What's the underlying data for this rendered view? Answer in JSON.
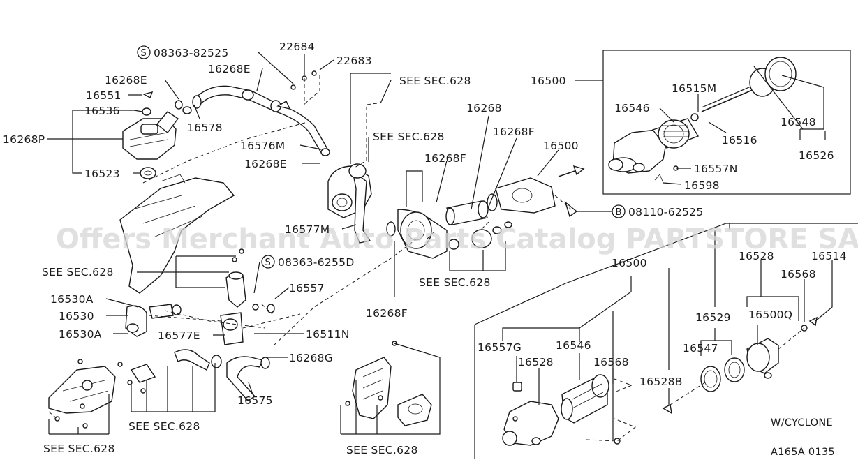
{
  "watermark": "Offers Merchant Auto Parts Catalog PARTSTORE SA",
  "diagram_code": "A165A 0135",
  "cyclone_note": "W/CYCLONE",
  "symbols": {
    "s": "S",
    "b": "B"
  },
  "labels": {
    "p08363_82525": "08363-82525",
    "p22684": "22684",
    "p22683": "22683",
    "p16268E_a": "16268E",
    "p16268E_b": "16268E",
    "p16551": "16551",
    "p16536": "16536",
    "p16268P": "16268P",
    "p16578": "16578",
    "p16576M": "16576M",
    "p16268E_c": "16268E",
    "p16523": "16523",
    "see628_a": "SEE SEC.628",
    "see628_b": "SEE SEC.628",
    "p16268_top": "16268",
    "p16268F_a": "16268F",
    "p16268F_b": "16268F",
    "p16500_a": "16500",
    "p16500_box": "16500",
    "p16515M": "16515M",
    "p16546_box": "16546",
    "p16516": "16516",
    "p16548": "16548",
    "p16526": "16526",
    "p16557N": "16557N",
    "p16598": "16598",
    "p08110_62525": "08110-62525",
    "p16577M": "16577M",
    "see628_c": "SEE SEC.628",
    "p08363_6255D": "08363-6255D",
    "p16557": "16557",
    "p16530A_a": "16530A",
    "p16530": "16530",
    "p16530A_b": "16530A",
    "p16268F_c": "16268F",
    "see628_d": "SEE SEC.628",
    "p16511N": "16511N",
    "p16577E": "16577E",
    "p16268G": "16268G",
    "p16575": "16575",
    "see628_e": "SEE SEC.628",
    "see628_f": "SEE SEC.628",
    "see628_g": "SEE SEC.628",
    "p16500_b": "16500",
    "p16528_a": "16528",
    "p16514": "16514",
    "p16568_a": "16568",
    "p16529": "16529",
    "p16500Q": "16500Q",
    "p16547": "16547",
    "p16557G": "16557G",
    "p16546_b": "16546",
    "p16528_b": "16528",
    "p16568_b": "16568",
    "p16528B": "16528B"
  }
}
